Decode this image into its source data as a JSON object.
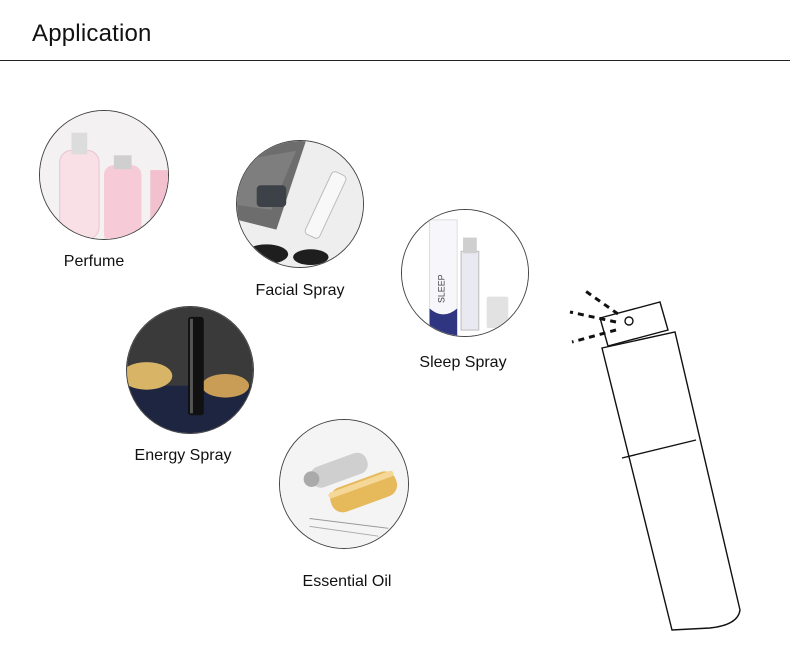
{
  "header": {
    "title": "Application"
  },
  "applications": [
    {
      "label": "Perfume"
    },
    {
      "label": "Facial Spray"
    },
    {
      "label": "Sleep Spray"
    },
    {
      "label": "Energy Spray"
    },
    {
      "label": "Essential Oil"
    }
  ],
  "thumb_icons": {
    "perfume": "perfume-bottle-photo",
    "facial": "facial-spray-photo",
    "sleep": "sleep-spray-photo",
    "energy": "energy-spray-photo",
    "oil": "essential-oil-photo"
  },
  "sleep_brand": {
    "text": "SLEEP"
  }
}
